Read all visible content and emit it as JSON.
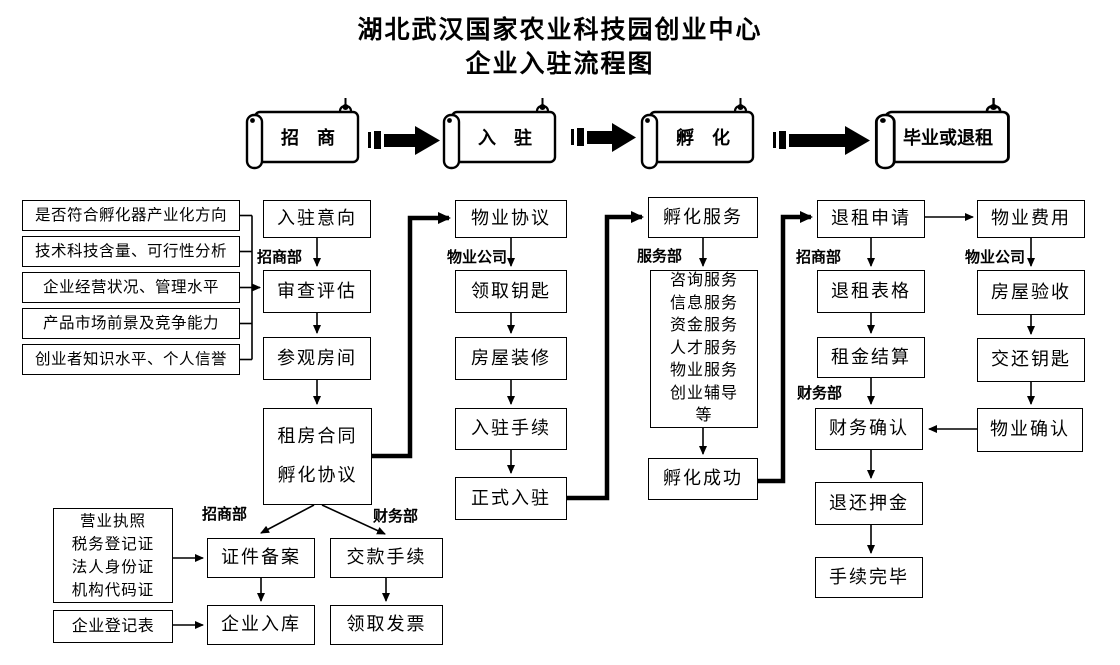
{
  "title": {
    "line1": "湖北武汉国家农业科技园创业中心",
    "line2": "企业入驻流程图"
  },
  "stages": [
    {
      "label": "招　商"
    },
    {
      "label": "入　驻"
    },
    {
      "label": "孵　化"
    },
    {
      "label": "毕业或退租"
    }
  ],
  "dept_labels": {
    "zhaoshangbu_1": "招商部",
    "wuye_gongsi_1": "物业公司",
    "fuwubu": "服务部",
    "zhaoshangbu_2": "招商部",
    "wuye_gongsi_2": "物业公司",
    "zhaoshangbu_3": "招商部",
    "caiwubu_1": "财务部",
    "caiwubu_2": "财务部"
  },
  "criteria": [
    "是否符合孵化器产业化方向",
    "技术科技含量、可行性分析",
    "企业经营状况、管理水平",
    "产品市场前景及竞争能力",
    "创业者知识水平、个人信誉"
  ],
  "admission": {
    "intent": "入驻意向",
    "review": "审查评估",
    "visit": "参观房间",
    "contract_line1": "租房合同",
    "contract_line2": "孵化协议",
    "filing": "证件备案",
    "payment": "交款手续",
    "registry": "企业入库",
    "invoice": "领取发票",
    "documents": [
      "营业执照",
      "税务登记证",
      "法人身份证",
      "机构代码证"
    ],
    "registration_form": "企业登记表"
  },
  "moving_in": {
    "property_agreement": "物业协议",
    "get_keys": "领取钥匙",
    "renovation": "房屋装修",
    "procedures": "入驻手续",
    "official": "正式入驻"
  },
  "incubation": {
    "service": "孵化服务",
    "services": [
      "咨询服务",
      "信息服务",
      "资金服务",
      "人才服务",
      "物业服务",
      "创业辅导",
      "等"
    ],
    "success": "孵化成功"
  },
  "exit": {
    "apply": "退租申请",
    "form": "退租表格",
    "rent_settle": "租金结算",
    "finance_confirm": "财务确认",
    "deposit_return": "退还押金",
    "complete": "手续完毕",
    "property_fee": "物业费用",
    "house_check": "房屋验收",
    "return_keys": "交还钥匙",
    "property_confirm": "物业确认"
  },
  "colors": {
    "ink": "#000000",
    "paper": "#ffffff"
  }
}
